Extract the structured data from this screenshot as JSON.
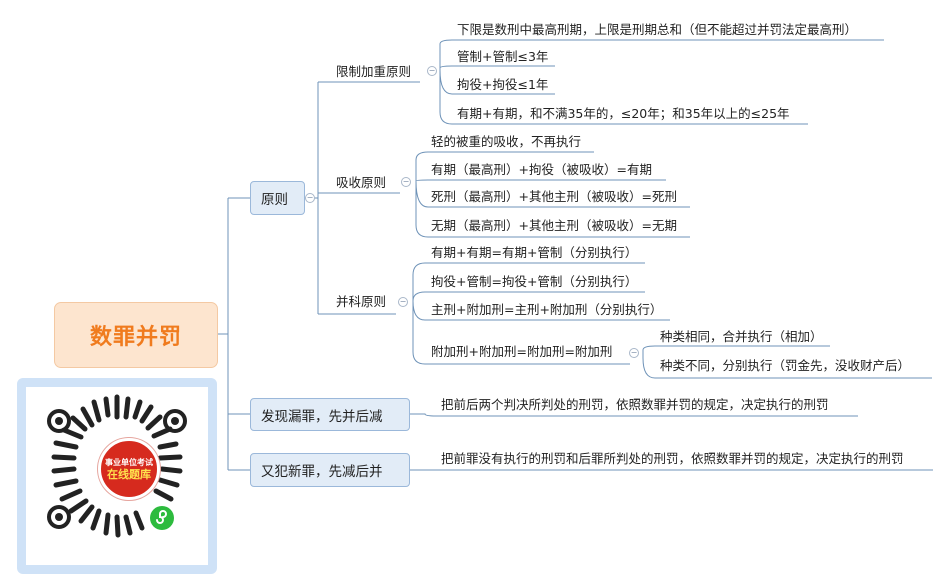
{
  "root": {
    "title": "数罪并罚"
  },
  "branches": {
    "principle": "原则",
    "missed": "发现漏罪，先并后减",
    "new_crime": "又犯新罪，先减后并"
  },
  "principle": {
    "limit_aggravation": {
      "label": "限制加重原则",
      "items": [
        "下限是数刑中最高刑期，上限是刑期总和（但不能超过并罚法定最高刑）",
        "管制+管制≤3年",
        "拘役+拘役≤1年",
        "有期+有期，和不满35年的，≤20年；和35年以上的≤25年"
      ]
    },
    "absorption": {
      "label": "吸收原则",
      "items": [
        "轻的被重的吸收，不再执行",
        "有期（最高刑）+拘役（被吸收）=有期",
        "死刑（最高刑）+其他主刑（被吸收）=死刑",
        "无期（最高刑）+其他主刑（被吸收）=无期"
      ]
    },
    "cumulative": {
      "label": "并科原则",
      "items": [
        "有期+有期=有期+管制（分别执行）",
        "拘役+管制=拘役+管制（分别执行）",
        "主刑+附加刑=主刑+附加刑（分别执行）",
        "附加刑+附加刑=附加刑=附加刑"
      ],
      "sub_items": [
        "种类相同，合并执行（相加）",
        "种类不同，分别执行（罚金先，没收财产后）"
      ]
    }
  },
  "missed_detail": "把前后两个判决所判处的刑罚，依照数罪并罚的规定，决定执行的刑罚",
  "new_crime_detail": "把前罪没有执行的刑罚和后罪所判处的刑罚，依照数罪并罚的规定，决定执行的刑罚",
  "qr_badge": {
    "line1": "事业单位考试",
    "line2": "在线题库"
  },
  "colors": {
    "root_bg": "#fde5cf",
    "root_text": "#f07b1e",
    "branch_bg": "#e2ecf7",
    "badge_red": "#d62a1e",
    "wechat_green": "#2dbb3e"
  }
}
